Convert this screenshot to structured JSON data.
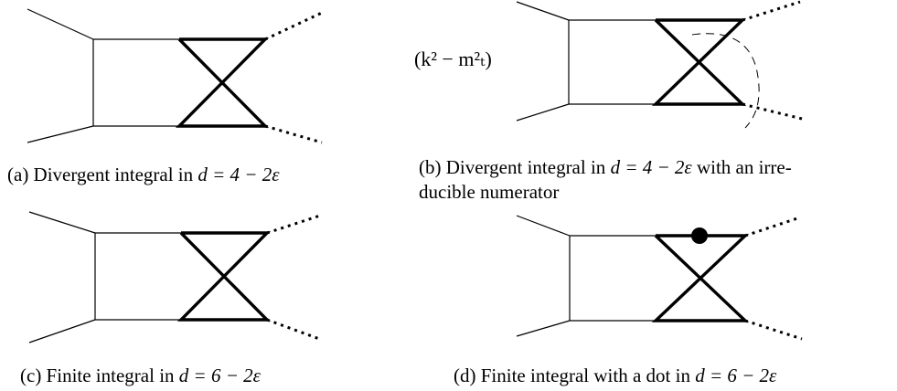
{
  "panels": [
    {
      "id": "a",
      "caption_prefix": "(a) Divergent integral in ",
      "caption_math": "d = 4 − 2ε",
      "caption_suffix": ""
    },
    {
      "id": "b",
      "caption_prefix": "(b) Divergent integral in ",
      "caption_math": "d = 4 − 2ε",
      "caption_suffix": " with an irre-",
      "caption_line2": "ducible numerator",
      "numerator_label": "(k² − m²ₜ)"
    },
    {
      "id": "c",
      "caption_prefix": "(c) Finite integral in ",
      "caption_math": "d = 6 − 2ε",
      "caption_suffix": ""
    },
    {
      "id": "d",
      "caption_prefix": "(d) Finite integral with a dot in ",
      "caption_math": "d = 6 − 2ε",
      "caption_suffix": ""
    }
  ]
}
